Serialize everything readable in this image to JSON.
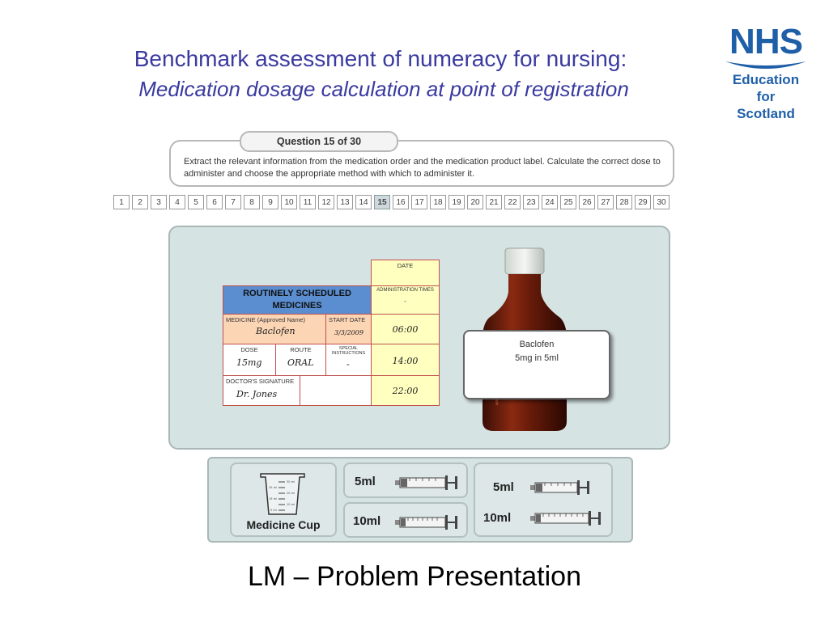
{
  "slide": {
    "title": "Benchmark assessment of numeracy for nursing:",
    "subtitle": "Medication dosage calculation at point of registration",
    "footer": "LM – Problem Presentation"
  },
  "logo": {
    "mark": "NHS",
    "line1": "Education",
    "line2": "for",
    "line3": "Scotland",
    "color": "#1f5fa8"
  },
  "question": {
    "tab": "Question 15 of 30",
    "instruction": "Extract the relevant information from the medication order and the medication product label. Calculate the correct dose to administer and choose the appropriate method with which to administer it."
  },
  "nav": {
    "current": "15",
    "items": [
      "1",
      "2",
      "3",
      "4",
      "5",
      "6",
      "7",
      "8",
      "9",
      "10",
      "11",
      "12",
      "13",
      "14",
      "15",
      "16",
      "17",
      "18",
      "19",
      "20",
      "21",
      "22",
      "23",
      "24",
      "25",
      "26",
      "27",
      "28",
      "29",
      "30"
    ]
  },
  "chart": {
    "heading": "ROUTINELY SCHEDULED MEDICINES",
    "date_label": "DATE",
    "admin_times_label": "ADMINISTRATION TIMES",
    "admin_dot": "-",
    "medicine_label": "MEDICINE (Approved Name)",
    "medicine": "Baclofen",
    "start_date_label": "START DATE",
    "start_date": "3/3/2009",
    "dose_label": "DOSE",
    "dose": "15mg",
    "route_label": "ROUTE",
    "route": "ORAL",
    "special_label": "SPECIAL INSTRUCTIONS",
    "special": "-",
    "signature_label": "DOCTOR'S SIGNATURE",
    "signature": "Dr. Jones",
    "times": [
      "06:00",
      "14:00",
      "22:00"
    ]
  },
  "product": {
    "name": "Baclofen",
    "strength": "5mg in 5ml"
  },
  "tools": {
    "cup": {
      "label": "Medicine Cup",
      "marks": [
        "30 ml",
        "25 ml",
        "20 ml",
        "15 ml",
        "10 ml",
        "5 ml"
      ]
    },
    "syringe_option_1": {
      "label": "5ml"
    },
    "syringe_option_2": {
      "label": "10ml"
    },
    "syringe_option_3": {
      "label_a": "5ml",
      "label_b": "10ml"
    }
  }
}
